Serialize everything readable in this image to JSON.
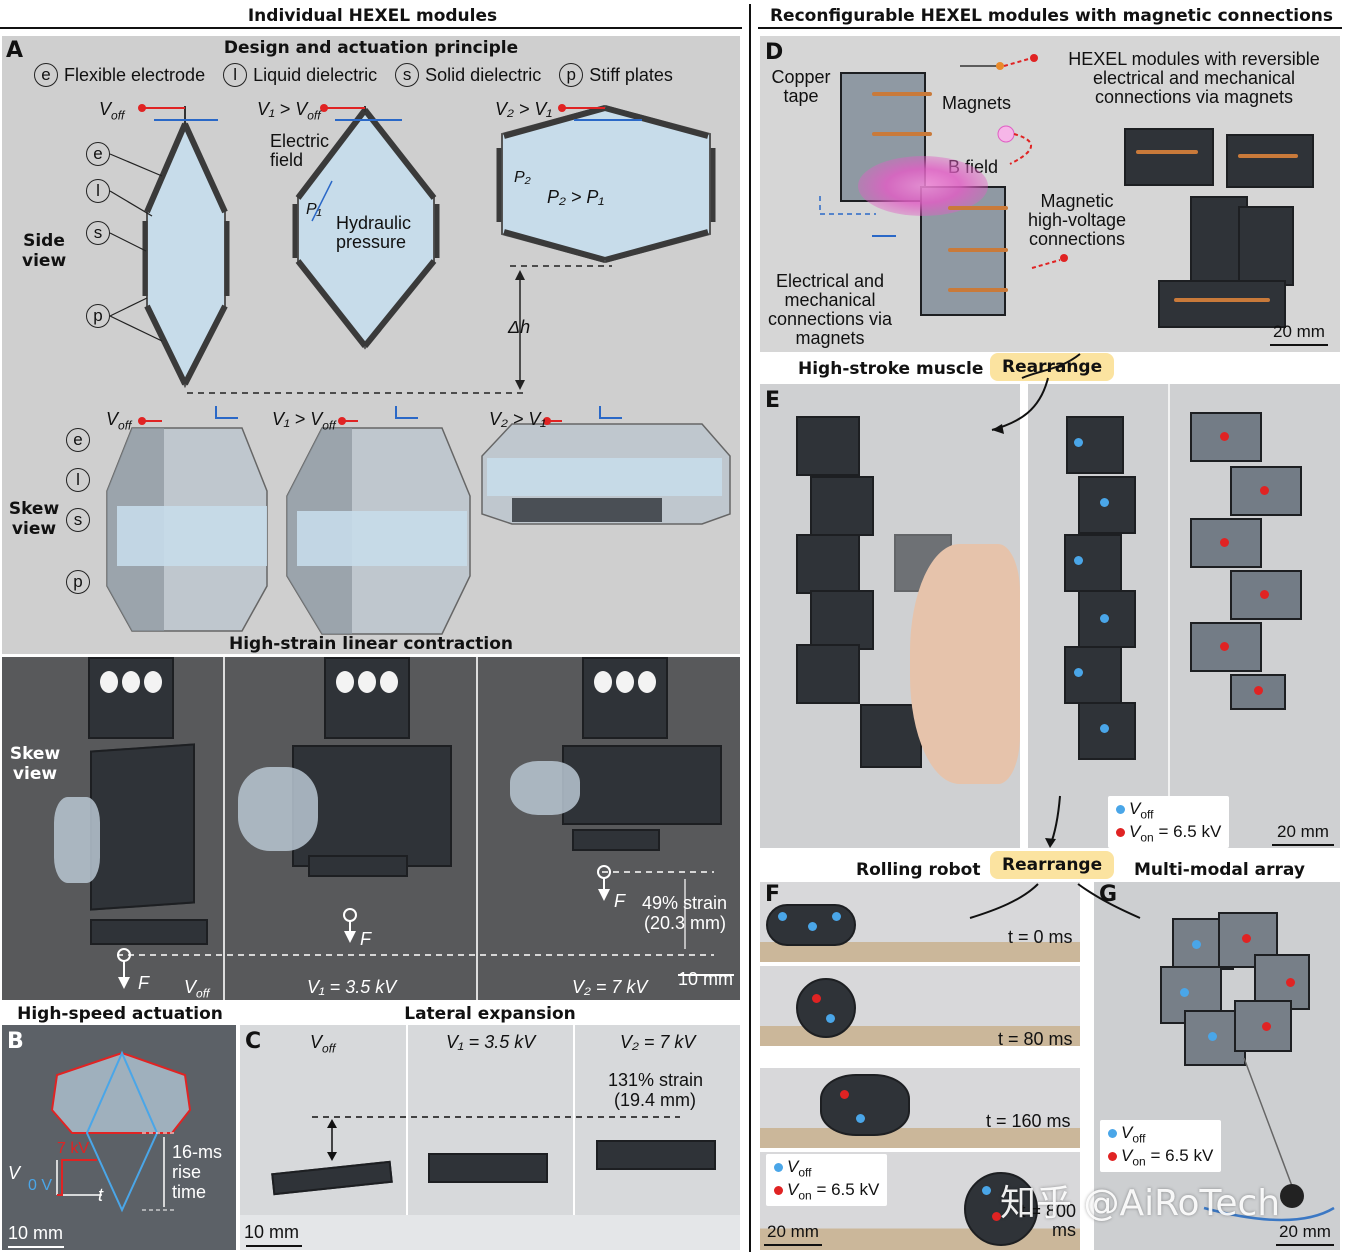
{
  "headers": {
    "left": "Individual HEXEL modules",
    "right": "Reconfigurable HEXEL modules with magnetic connections"
  },
  "panelA": {
    "label": "A",
    "title": "Design and actuation principle",
    "legend": [
      {
        "key": "e",
        "text": "Flexible electrode"
      },
      {
        "key": "l",
        "text": "Liquid dielectric"
      },
      {
        "key": "s",
        "text": "Solid dielectric"
      },
      {
        "key": "p",
        "text": "Stiff plates"
      }
    ],
    "side_view": "Side view",
    "skew_view": "Skew view",
    "voltages": [
      "V",
      "V₁ > V",
      "V₂ > V₁"
    ],
    "v_sub": "off",
    "electric_field": "Electric field",
    "hydraulic_pressure": "Hydraulic pressure",
    "p1": "P₁",
    "p2": "P₂",
    "p2_gt_p1": "P₂ > P₁",
    "dh": "Δh",
    "letters": [
      "e",
      "l",
      "s",
      "p"
    ]
  },
  "contraction": {
    "title": "High-strain linear contraction",
    "skew_view": "Skew view",
    "f": "F",
    "strain": "49% strain",
    "strain_mm": "(20.3 mm)",
    "labels": [
      "V",
      "V₁ = 3.5 kV",
      "V₂ = 7 kV"
    ],
    "scale": "10 mm"
  },
  "panelB": {
    "label": "B",
    "title": "High-speed actuation",
    "kv": "7 kV",
    "zero": "0 V",
    "v": "V",
    "t": "t",
    "rise": "16-ms rise time",
    "scale": "10 mm"
  },
  "panelC": {
    "label": "C",
    "title": "Lateral expansion",
    "labels": [
      "V",
      "V₁ = 3.5 kV",
      "V₂ = 7 kV"
    ],
    "strain": "131% strain",
    "strain_mm": "(19.4 mm)",
    "scale": "10 mm"
  },
  "panelD": {
    "label": "D",
    "copper": "Copper tape",
    "magnets": "Magnets",
    "bfield": "B field",
    "reversible": "HEXEL modules with reversible electrical and mechanical connections via magnets",
    "magnetic_hv": "Magnetic high-voltage connections",
    "elec_mech": "Electrical and mechanical connections via magnets",
    "scale": "20 mm"
  },
  "panelE": {
    "label": "E",
    "title": "High-stroke muscle",
    "rearrange": "Rearrange",
    "legend_off": "V",
    "legend_on": "V",
    "on_value": "= 6.5 kV",
    "scale": "20 mm"
  },
  "panelF": {
    "label": "F",
    "title": "Rolling robot",
    "rearrange": "Rearrange",
    "times": [
      "t = 0 ms",
      "t = 80 ms",
      "t = 160 ms",
      "t = 800 ms"
    ],
    "legend_off": "V",
    "legend_on": "V",
    "on_value": "= 6.5 kV",
    "scale": "20 mm"
  },
  "panelG": {
    "label": "G",
    "title": "Multi-modal array",
    "legend_off": "V",
    "legend_on": "V",
    "on_value": "= 6.5 kV",
    "scale": "20 mm"
  },
  "sub_off": "off",
  "sub_on": "on",
  "watermark": "知乎 @AiRoTech",
  "colors": {
    "panel": "#cfcfcf",
    "badge": "#fbe3a0",
    "red": "#e02323",
    "blue": "#4aa6e8",
    "copper": "#c97a3a"
  }
}
